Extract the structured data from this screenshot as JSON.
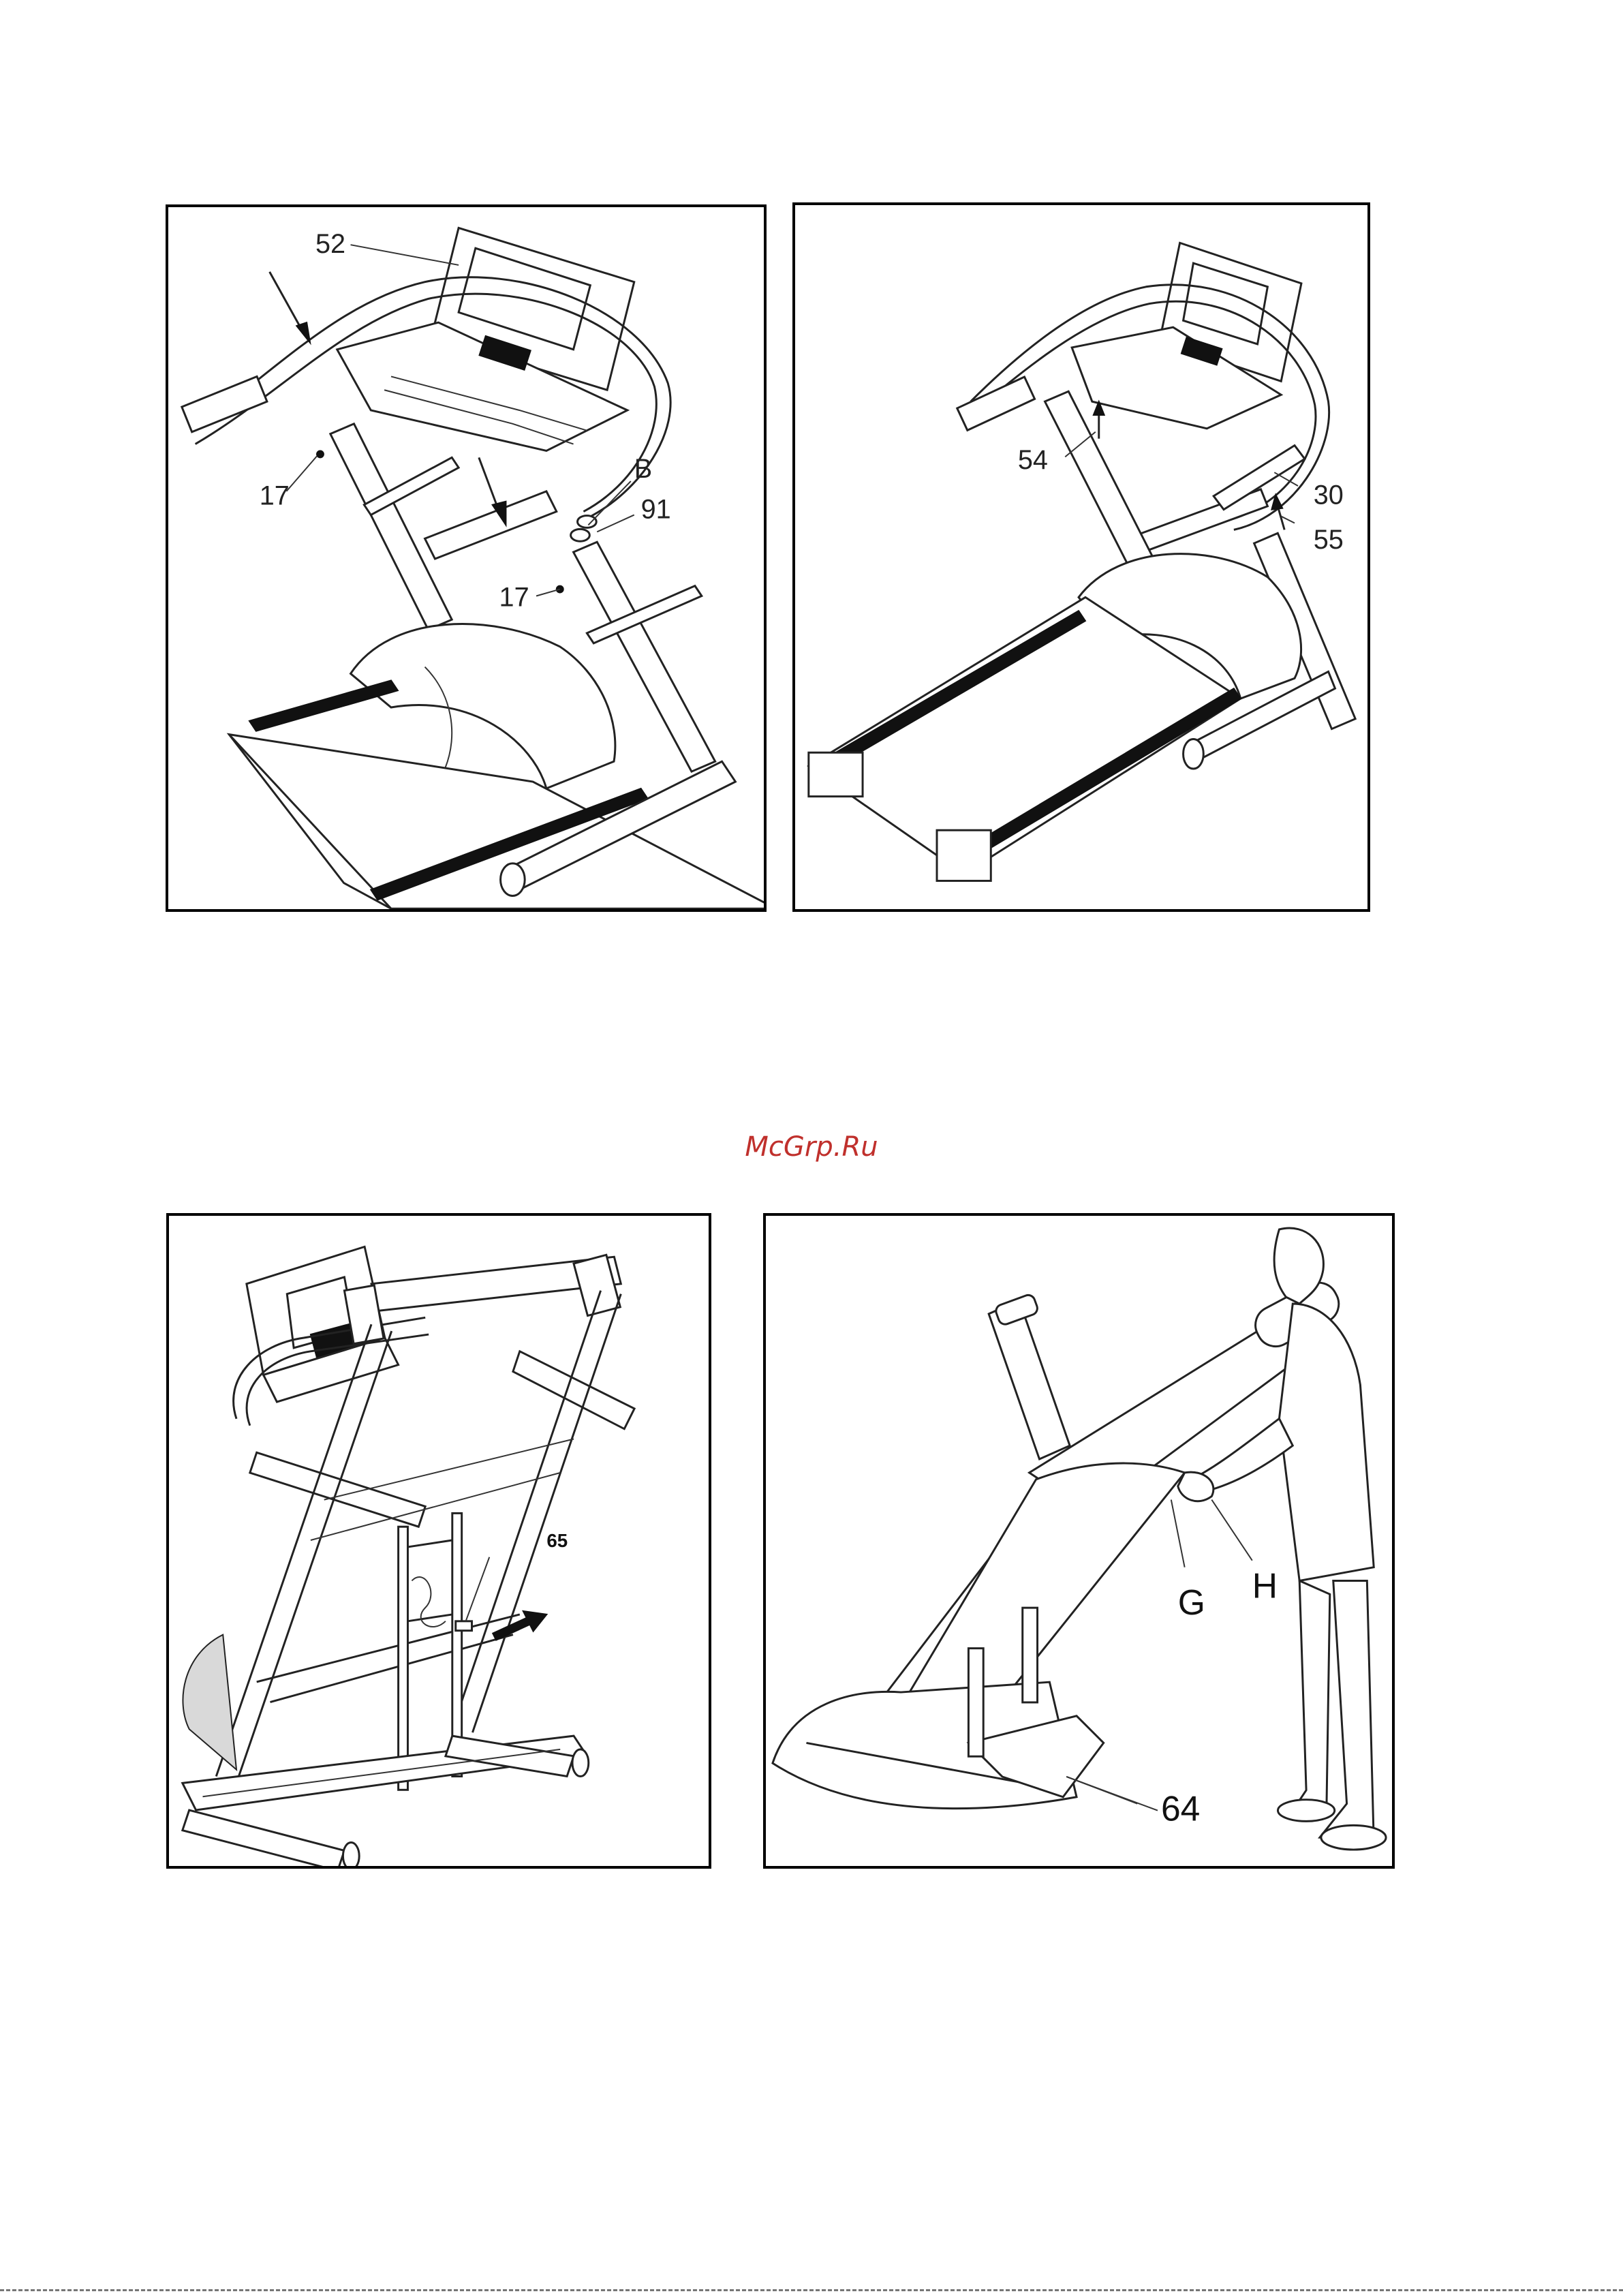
{
  "watermark": "McGrp.Ru",
  "figures": {
    "fig1": {
      "labels": {
        "l52": "52",
        "l17a": "17",
        "lB": "B",
        "l91": "91",
        "l17b": "17"
      }
    },
    "fig2": {
      "labels": {
        "l54": "54",
        "l30": "30",
        "l55": "55"
      }
    },
    "fig3": {
      "labels": {
        "l65": "65"
      }
    },
    "fig4": {
      "labels": {
        "lH": "H",
        "lG": "G",
        "l64": "64"
      }
    }
  }
}
